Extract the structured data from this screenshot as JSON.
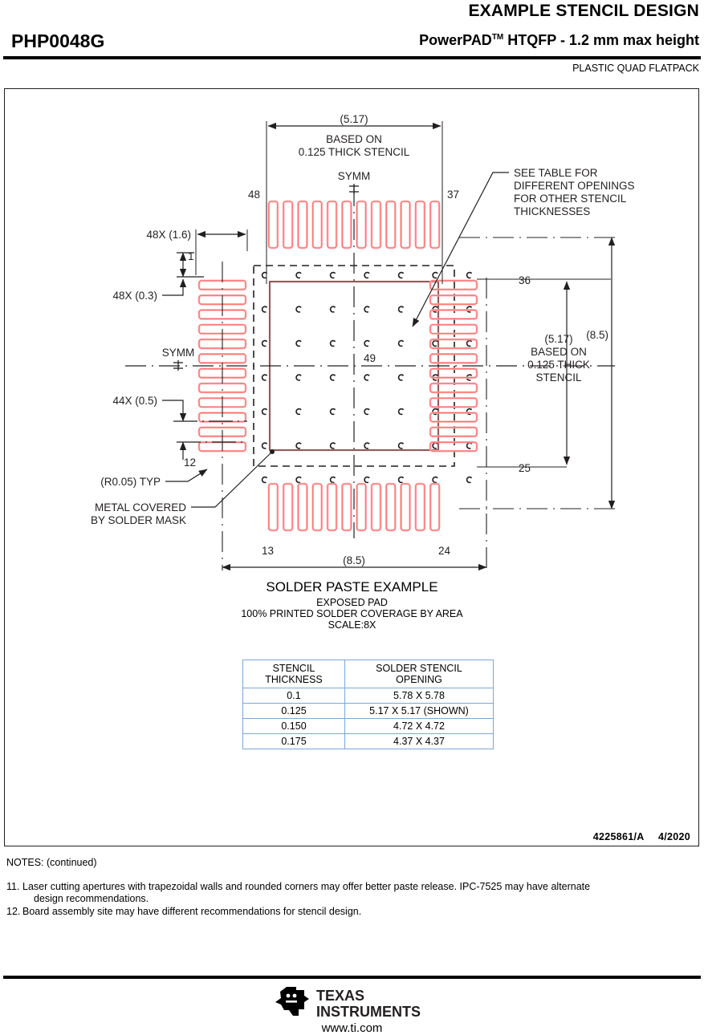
{
  "header": {
    "title": "EXAMPLE STENCIL DESIGN",
    "part_number": "PHP0048G",
    "package_line": "PowerPAD",
    "package_tm": "TM",
    "package_line2": " HTQFP - 1.2 mm max height",
    "subtitle": "PLASTIC QUAD FLATPACK"
  },
  "drawing": {
    "number": "4225861/A",
    "date": "4/2020",
    "top_dim": "(5.17)",
    "top_note_line1": "BASED ON",
    "top_note_line2": "0.125 THICK STENCIL",
    "symm_top": "SYMM",
    "symm_left": "SYMM",
    "pin_48": "48",
    "pin_37": "37",
    "pin_36": "36",
    "pin_25": "25",
    "pin_24": "24",
    "pin_13": "13",
    "pin_12": "12",
    "pin_1": "1",
    "pad_49": "49",
    "dim_48x_16": "48X (1.6)",
    "dim_48x_03": "48X (0.3)",
    "dim_44x_05": "44X (0.5)",
    "dim_r005": "(R0.05) TYP",
    "metal_note_l1": "METAL COVERED",
    "metal_note_l2": "BY SOLDER MASK",
    "see_table_l1": "SEE TABLE FOR",
    "see_table_l2": "DIFFERENT OPENINGS",
    "see_table_l3": "FOR OTHER STENCIL",
    "see_table_l4": "THICKNESSES",
    "right_dim_85": "(8.5)",
    "right_dim_517": "(5.17)",
    "right_note_l1": "BASED ON",
    "right_note_l2": "0.125 THICK",
    "right_note_l3": "STENCIL",
    "bottom_dim_85": "(8.5)",
    "pad_color": "#ff6b6b",
    "pad_color_light": "#ffb3b3",
    "line_color": "#231f20"
  },
  "caption": {
    "line1": "SOLDER PASTE EXAMPLE",
    "line2": "EXPOSED PAD",
    "line3": "100% PRINTED SOLDER COVERAGE BY AREA",
    "line4": "SCALE:8X"
  },
  "table": {
    "headers": [
      "STENCIL\nTHICKNESS",
      "SOLDER STENCIL\nOPENING"
    ],
    "header1_l1": "STENCIL",
    "header1_l2": "THICKNESS",
    "header2_l1": "SOLDER STENCIL",
    "header2_l2": "OPENING",
    "rows": [
      {
        "thickness": "0.1",
        "opening": "5.78 X 5.78"
      },
      {
        "thickness": "0.125",
        "opening": "5.17 X 5.17 (SHOWN)"
      },
      {
        "thickness": "0.150",
        "opening": "4.72 X 4.72"
      },
      {
        "thickness": "0.175",
        "opening": "4.37 X 4.37"
      }
    ],
    "border_color": "#7ba7d7"
  },
  "notes": {
    "heading": "NOTES: (continued)",
    "items": [
      {
        "num": "11.",
        "text": "Laser cutting apertures with trapezoidal walls and rounded corners may offer better paste release. IPC-7525 may have alternate",
        "cont": "design recommendations."
      },
      {
        "num": "12.",
        "text": "Board assembly site may have different recommendations for stencil design.",
        "cont": ""
      }
    ]
  },
  "footer": {
    "company_line1": "TEXAS",
    "company_line2": "INSTRUMENTS",
    "url": "www.ti.com"
  }
}
